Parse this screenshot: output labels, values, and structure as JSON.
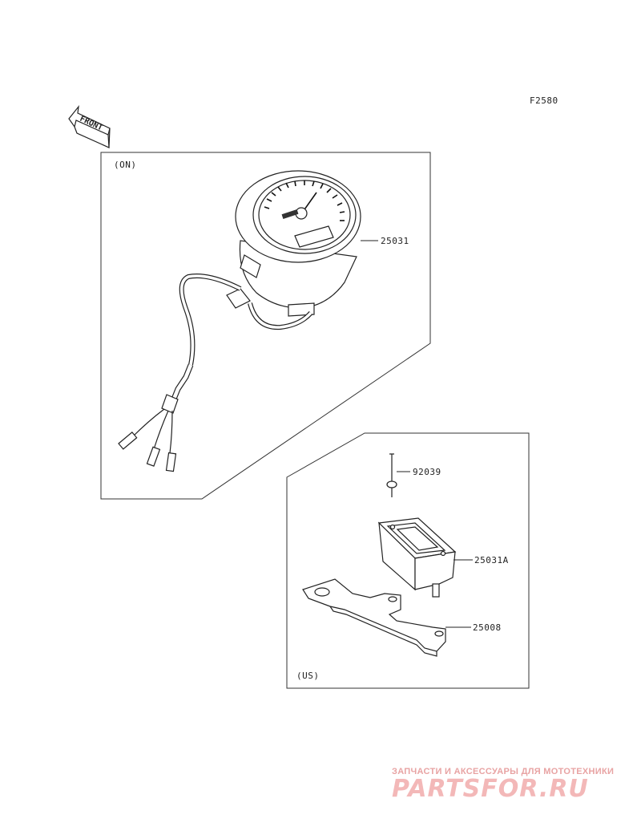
{
  "figure_code": "F2580",
  "front_arrow_label": "FRONT",
  "panel_on": {
    "region_label": "(ON)",
    "parts": [
      {
        "number": "25031"
      }
    ]
  },
  "panel_us": {
    "region_label": "(US)",
    "parts": [
      {
        "number": "92039"
      },
      {
        "number": "25031A"
      },
      {
        "number": "25008"
      }
    ]
  },
  "watermark": {
    "subtitle": "ЗАПЧАСТИ И АКСЕССУАРЫ ДЛЯ МОТОТЕХНИКИ",
    "brand": "PARTSFOR.RU",
    "color": "#f3b8b8"
  }
}
